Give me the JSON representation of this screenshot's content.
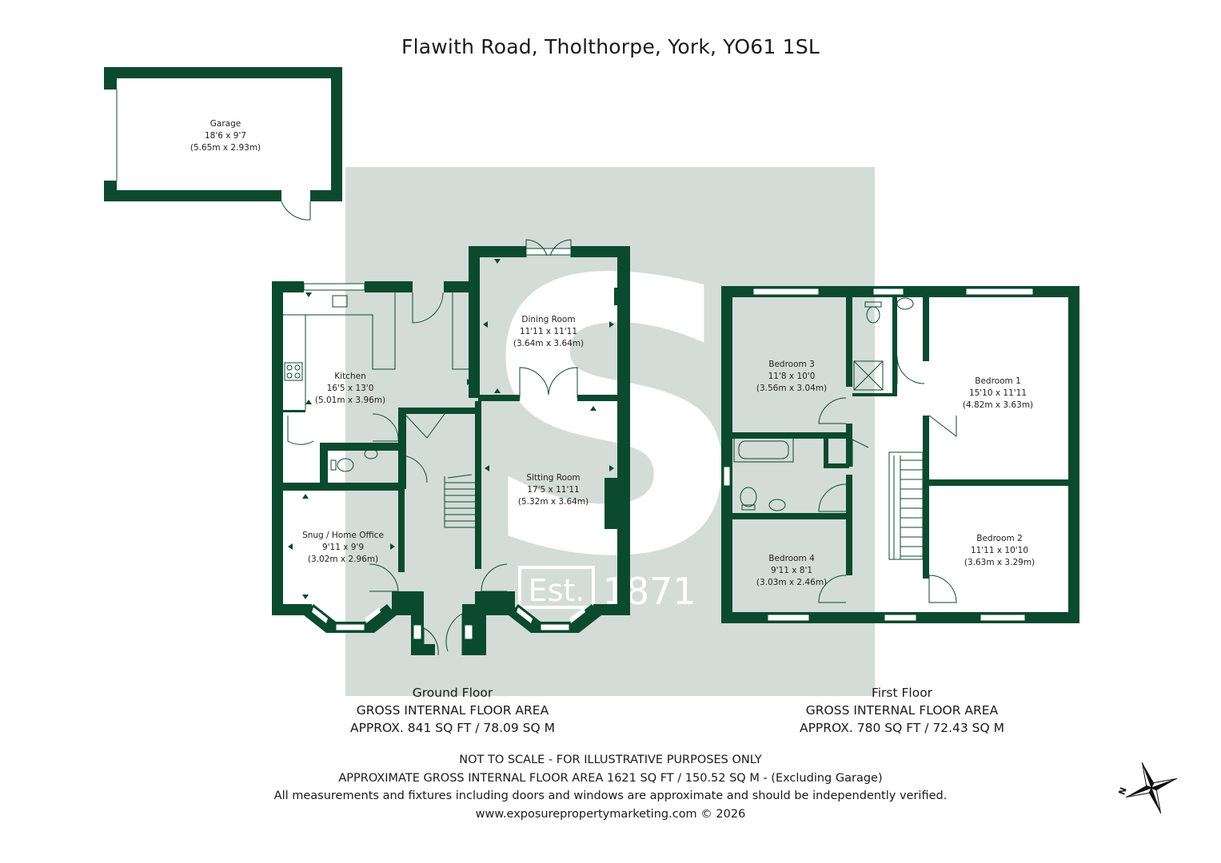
{
  "title": "Flawith Road, Tholthorpe, York, YO61 1SL",
  "colors": {
    "wall": "#0b4a2e",
    "watermark_bg": "#d4dcd8",
    "watermark_fg": "#ffffff"
  },
  "watermark": {
    "letter": "S",
    "est": "Est.",
    "year": "1871"
  },
  "rooms": {
    "garage": {
      "name": "Garage",
      "imperial": "18'6 x 9'7",
      "metric": "(5.65m x 2.93m)"
    },
    "dining": {
      "name": "Dining Room",
      "imperial": "11'11 x 11'11",
      "metric": "(3.64m x 3.64m)"
    },
    "kitchen": {
      "name": "Kitchen",
      "imperial": "16'5 x 13'0",
      "metric": "(5.01m x 3.96m)"
    },
    "sitting": {
      "name": "Sitting Room",
      "imperial": "17'5 x 11'11",
      "metric": "(5.32m x 3.64m)"
    },
    "snug": {
      "name": "Snug / Home Office",
      "imperial": "9'11 x 9'9",
      "metric": "(3.02m x 2.96m)"
    },
    "bedroom3": {
      "name": "Bedroom 3",
      "imperial": "11'8 x 10'0",
      "metric": "(3.56m x 3.04m)"
    },
    "bedroom1": {
      "name": "Bedroom 1",
      "imperial": "15'10 x 11'11",
      "metric": "(4.82m x 3.63m)"
    },
    "bedroom4": {
      "name": "Bedroom 4",
      "imperial": "9'11 x 8'1",
      "metric": "(3.03m x 2.46m)"
    },
    "bedroom2": {
      "name": "Bedroom 2",
      "imperial": "11'11 x 10'10",
      "metric": "(3.63m x 3.29m)"
    }
  },
  "ground_floor": {
    "label": "Ground Floor",
    "area_heading": "GROSS INTERNAL FLOOR AREA",
    "area_value": "APPROX. 841 SQ FT / 78.09 SQ M"
  },
  "first_floor": {
    "label": "First Floor",
    "area_heading": "GROSS INTERNAL FLOOR AREA",
    "area_value": "APPROX. 780 SQ FT / 72.43 SQ M"
  },
  "footer": {
    "line1": "NOT TO SCALE - FOR ILLUSTRATIVE PURPOSES ONLY",
    "line2": "APPROXIMATE GROSS INTERNAL FLOOR AREA 1621 SQ FT / 150.52 SQ M - (Excluding Garage)",
    "line3": "All measurements and fixtures including doors and windows are approximate and should be independently verified.",
    "line4": "www.exposurepropertymarketing.com © 2026"
  },
  "compass": {
    "icon": "compass-rose-icon",
    "letter": "N"
  }
}
